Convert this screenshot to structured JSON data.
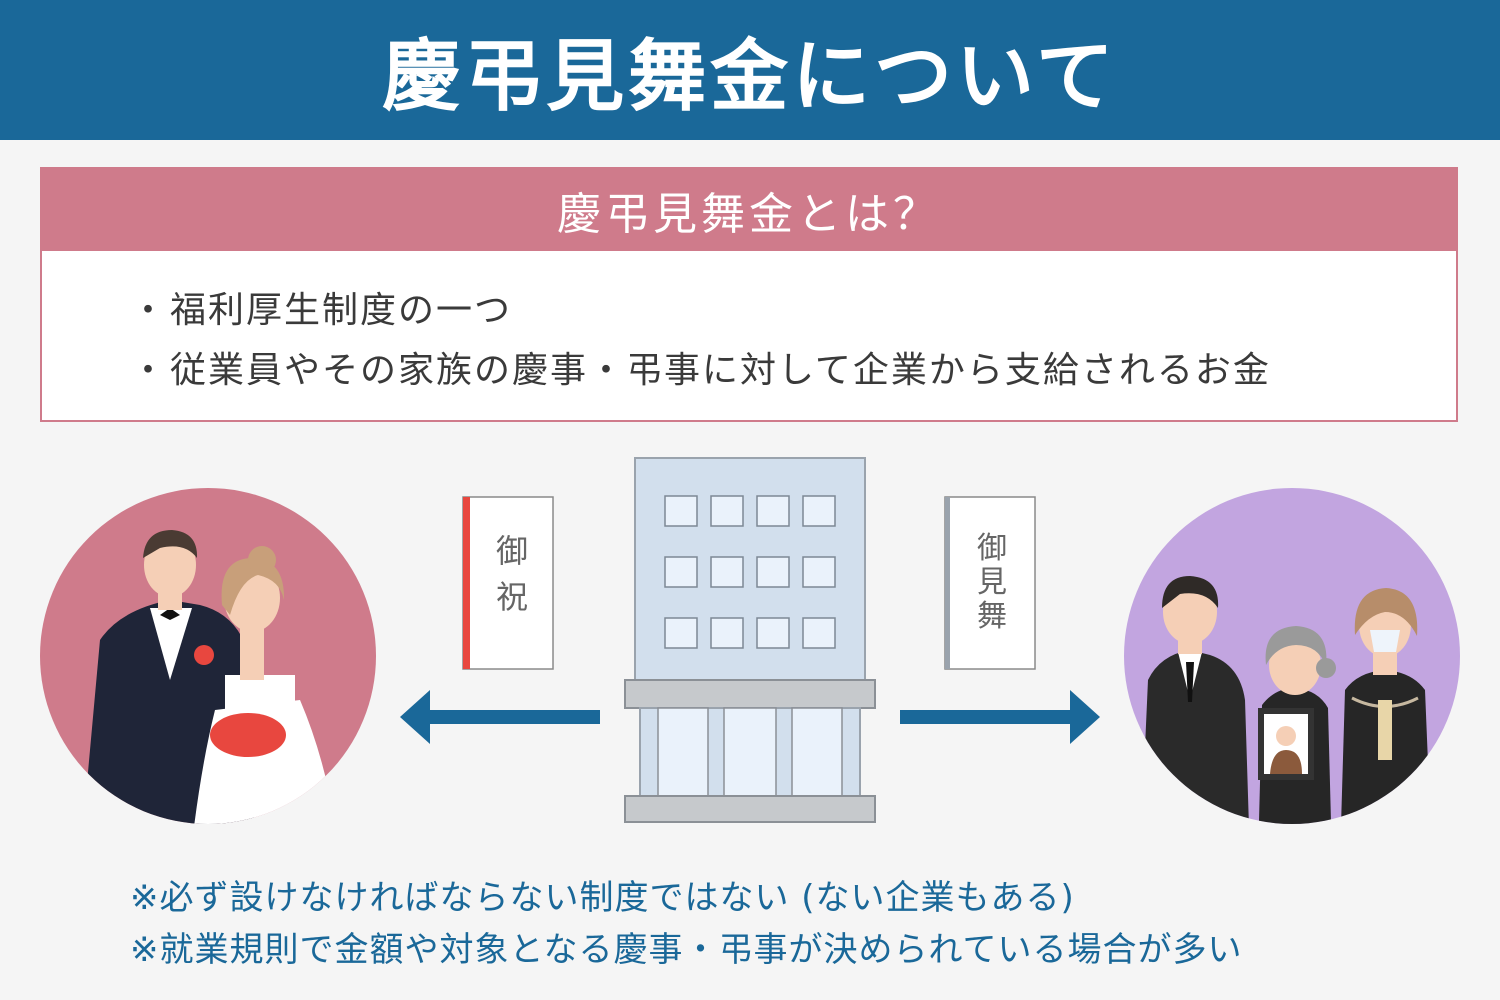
{
  "header": {
    "title": "慶弔見舞金について"
  },
  "definition": {
    "heading": "慶弔見舞金とは？",
    "items": [
      "福利厚生制度の一つ",
      "従業員やその家族の慶事・弔事に対して企業から支給されるお金"
    ]
  },
  "envelopes": {
    "celebration": {
      "char1": "御",
      "char2": "祝"
    },
    "condolence": {
      "char1": "御",
      "char2": "見",
      "char3": "舞"
    }
  },
  "notes": [
    "※必ず設けなければならない制度ではない (ない企業もある)",
    "※就業規則で金額や対象となる慶事・弔事が決められている場合が多い"
  ],
  "colors": {
    "header": "#1a6899",
    "accent_pink": "#cf7b8b",
    "celebration_circle": "#cf7b8b",
    "condolence_circle": "#c2a5e0",
    "arrow": "#1a6899",
    "building": "#d2dfed"
  }
}
